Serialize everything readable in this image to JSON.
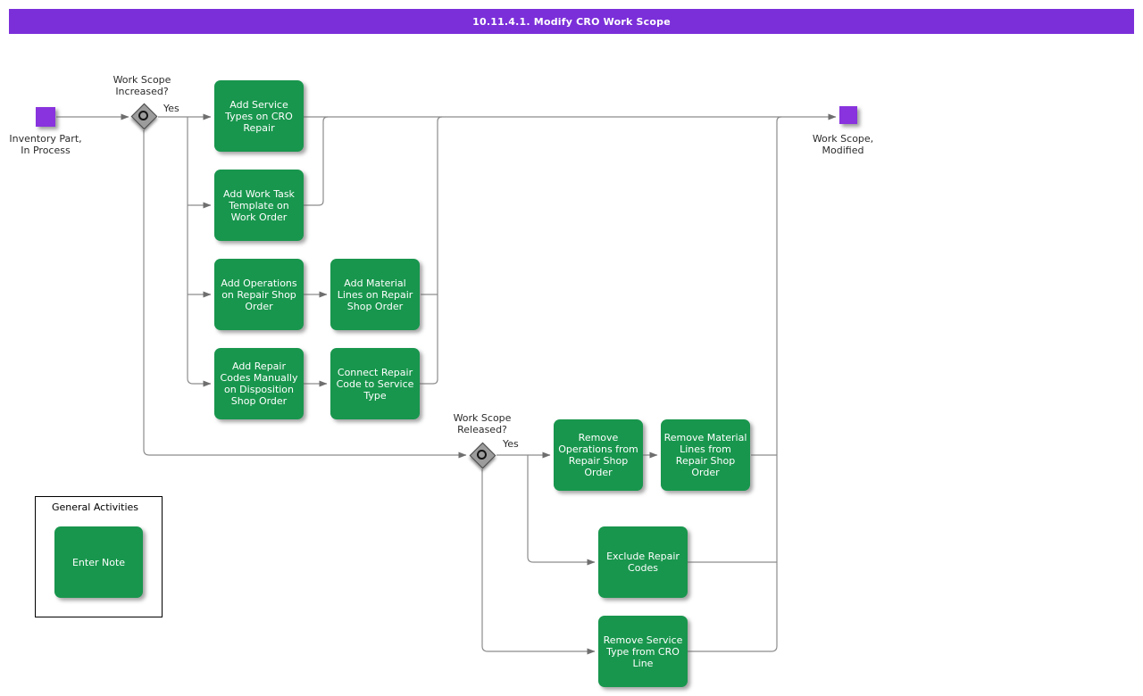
{
  "title": "10.11.4.1. Modify CRO Work Scope",
  "colors": {
    "banner_purple": "#7B2FD9",
    "activity_green": "#18964D",
    "event_purple": "#8833DD",
    "connector_gray": "#8c8c8c"
  },
  "events": {
    "start": {
      "label": "Inventory Part,\nIn Process"
    },
    "end": {
      "label": "Work Scope,\nModified"
    }
  },
  "decisions": {
    "increased": {
      "question": "Work Scope\nIncreased?",
      "branch": "Yes"
    },
    "released": {
      "question": "Work Scope\nReleased?",
      "branch": "Yes"
    }
  },
  "activities": {
    "add_service_types": {
      "label": "Add Service\nTypes on CRO\nRepair"
    },
    "add_work_task": {
      "label": "Add Work Task\nTemplate on\nWork Order"
    },
    "add_operations": {
      "label": "Add Operations\non Repair Shop\nOrder"
    },
    "add_material_lines": {
      "label": "Add Material\nLines on Repair\nShop Order"
    },
    "add_repair_codes": {
      "label": "Add Repair\nCodes Manually\non Disposition\nShop Order"
    },
    "connect_repair_code": {
      "label": "Connect Repair\nCode to Service\nType"
    },
    "remove_operations": {
      "label": "Remove\nOperations from\nRepair Shop\nOrder"
    },
    "remove_material_lines": {
      "label": "Remove Material\nLines from\nRepair Shop\nOrder"
    },
    "exclude_repair_codes": {
      "label": "Exclude Repair\nCodes"
    },
    "remove_service_type": {
      "label": "Remove Service\nType from CRO\nLine"
    },
    "enter_note": {
      "label": "Enter Note"
    }
  },
  "general_activities": {
    "title": "General Activities"
  }
}
